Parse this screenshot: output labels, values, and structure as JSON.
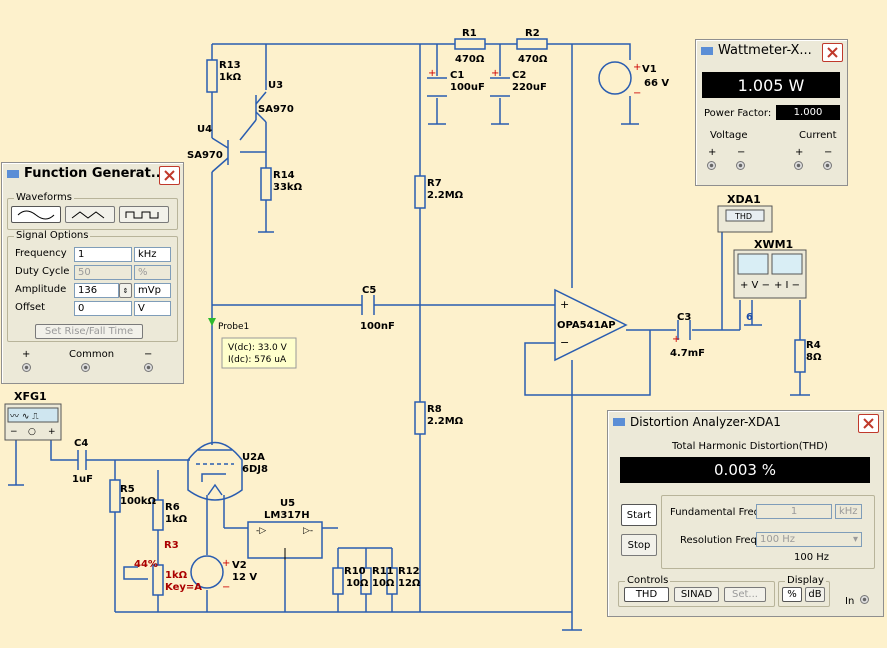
{
  "schematic": {
    "components": {
      "R13": {
        "ref": "R13",
        "value": "1kΩ"
      },
      "U3": {
        "ref": "U3",
        "value": "SA970"
      },
      "U4": {
        "ref": "U4",
        "value": "SA970"
      },
      "R14": {
        "ref": "R14",
        "value": "33kΩ"
      },
      "R1": {
        "ref": "R1",
        "value": "470Ω"
      },
      "R2": {
        "ref": "R2",
        "value": "470Ω"
      },
      "C1": {
        "ref": "C1",
        "value": "100uF"
      },
      "C2": {
        "ref": "C2",
        "value": "220uF"
      },
      "V1": {
        "ref": "V1",
        "value": "66 V"
      },
      "R7": {
        "ref": "R7",
        "value": "2.2MΩ"
      },
      "R8": {
        "ref": "R8",
        "value": "2.2MΩ"
      },
      "C5": {
        "ref": "C5",
        "value": "100nF"
      },
      "OPA": {
        "value": "OPA541AP"
      },
      "C3": {
        "ref": "C3",
        "value": "4.7mF"
      },
      "R4": {
        "ref": "R4",
        "value": "8Ω"
      },
      "XFG1": {
        "ref": "XFG1"
      },
      "C4": {
        "ref": "C4",
        "value": "1uF"
      },
      "U2A": {
        "ref": "U2A",
        "value": "6DJ8"
      },
      "R5": {
        "ref": "R5",
        "value": "100kΩ"
      },
      "R6": {
        "ref": "R6",
        "value": "1kΩ"
      },
      "R3": {
        "ref": "R3",
        "value": "1kΩ",
        "percent": "44%",
        "key": "Key=A"
      },
      "V2": {
        "ref": "V2",
        "value": "12 V"
      },
      "U5": {
        "ref": "U5",
        "value": "LM317H"
      },
      "R10": {
        "ref": "R10",
        "value": "10Ω"
      },
      "R11": {
        "ref": "R11",
        "value": "10Ω"
      },
      "R12": {
        "ref": "R12",
        "value": "12Ω"
      },
      "XDA1": {
        "ref": "XDA1",
        "label": "THD"
      },
      "XWM1": {
        "ref": "XWM1"
      }
    },
    "probe": {
      "name": "Probe1",
      "vdc": "V(dc): 33.0 V",
      "idc": "I(dc): 576 uA"
    },
    "node6": "6"
  },
  "function_generator": {
    "title": "Function Generat...",
    "waveforms_label": "Waveforms",
    "signal_options_label": "Signal Options",
    "rows": [
      {
        "label": "Frequency",
        "value": "1",
        "unit": "kHz",
        "disabled": false
      },
      {
        "label": "Duty Cycle",
        "value": "50",
        "unit": "%",
        "disabled": true
      },
      {
        "label": "Amplitude",
        "value": "136",
        "unit": "mVp",
        "disabled": false
      },
      {
        "label": "Offset",
        "value": "0",
        "unit": "V",
        "disabled": false
      }
    ],
    "rise_fall_button": "Set Rise/Fall Time",
    "terminals": {
      "plus": "+",
      "common": "Common",
      "minus": "−"
    }
  },
  "wattmeter": {
    "title": "Wattmeter-X...",
    "reading": "1.005 W",
    "power_factor_label": "Power Factor:",
    "power_factor_value": "1.000",
    "voltage_label": "Voltage",
    "current_label": "Current"
  },
  "distortion_analyzer": {
    "title": "Distortion Analyzer-XDA1",
    "thd_label": "Total Harmonic Distortion(THD)",
    "reading": "0.003 %",
    "start_label": "Start",
    "stop_label": "Stop",
    "fundamental_label": "Fundamental Freq.",
    "fundamental_value": "1",
    "fundamental_unit": "kHz",
    "resolution_label": "Resolution Freq.",
    "resolution_value": "100 Hz",
    "resolution_readout": "100 Hz",
    "controls_label": "Controls",
    "thd_btn": "THD",
    "sinad_btn": "SINAD",
    "set_btn": "Set...",
    "display_label": "Display",
    "pct_btn": "%",
    "db_btn": "dB",
    "in_label": "In"
  }
}
